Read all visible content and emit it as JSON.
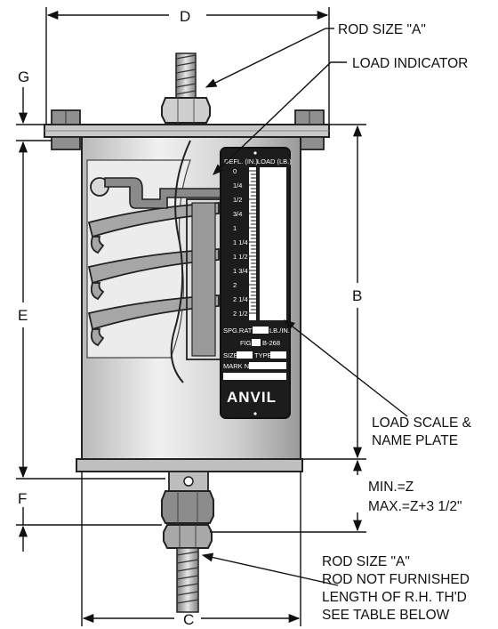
{
  "dimensions": {
    "d": "D",
    "g": "G",
    "e": "E",
    "b": "B",
    "f": "F",
    "c": "C"
  },
  "callouts": {
    "rod_size_top": "ROD SIZE \"A\"",
    "load_indicator": "LOAD INDICATOR",
    "load_scale_line1": "LOAD SCALE &",
    "load_scale_line2": "NAME PLATE",
    "min": "MIN.=Z",
    "max": "MAX.=Z+3 1/2\"",
    "rod_size_bottom": "ROD SIZE \"A\"",
    "rod_not_furnished": "ROD NOT FURNISHED",
    "length_rh": "LENGTH OF R.H. TH'D",
    "see_table": "SEE TABLE BELOW"
  },
  "name_plate": {
    "defl_header": "DEFL. (IN.)",
    "load_header": "LOAD (LB.)",
    "scale": [
      "0",
      "1/4",
      "1/2",
      "3/4",
      "1",
      "1 1/4",
      "1 1/2",
      "1 3/4",
      "2",
      "2 1/4",
      "2 1/2"
    ],
    "spg_rate": "SPG.RATE",
    "lb_in": "LB./IN.",
    "fig": "FIG.",
    "fig_no": "B-268",
    "size": "SIZE",
    "type": "TYPE",
    "mark_no": "MARK NO.",
    "brand": "ANVIL"
  }
}
